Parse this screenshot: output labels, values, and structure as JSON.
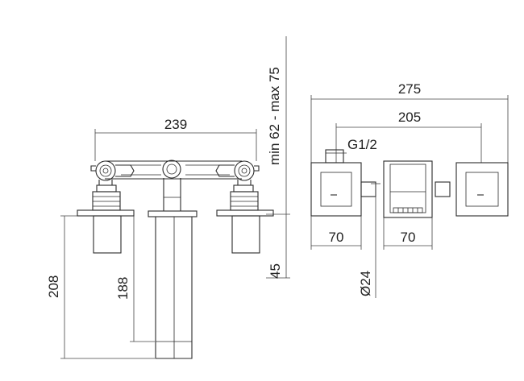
{
  "front_view": {
    "width_label": "239",
    "height_range_label": "min 62 - max 75",
    "depth_label": "45",
    "total_height_label": "208",
    "spout_height_label": "188"
  },
  "plan_view": {
    "overall_width_label": "275",
    "center_distance_label": "205",
    "thread_label": "G1/2",
    "left_block_label": "70",
    "center_block_label": "70",
    "diameter_label": "Ø24"
  }
}
